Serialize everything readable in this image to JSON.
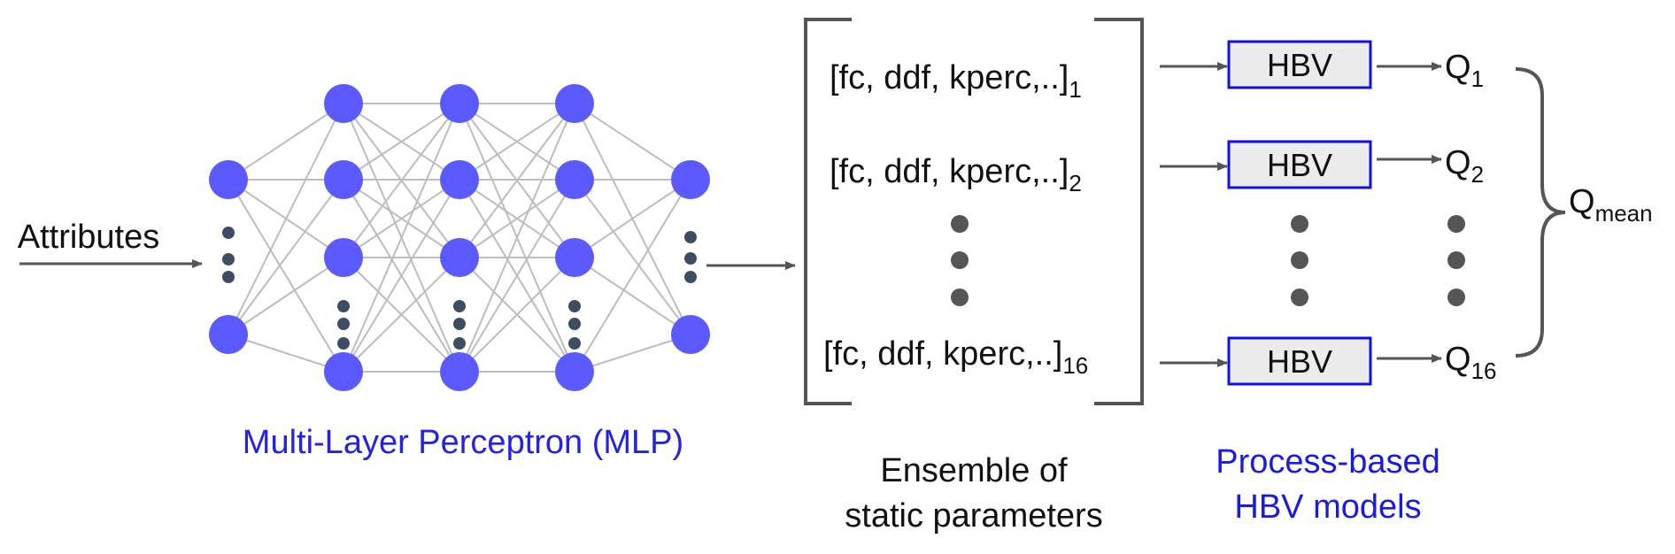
{
  "input_label": "Attributes",
  "mlp_label": "Multi-Layer Perceptron (MLP)",
  "parameter_rows": [
    {
      "text": "[fc, ddf, kperc,..]",
      "subscript": "1"
    },
    {
      "text": "[fc, ddf, kperc,..]",
      "subscript": "2"
    },
    {
      "text": "[fc, ddf, kperc,..]",
      "subscript": "16"
    }
  ],
  "ensemble_caption": [
    "Ensemble of",
    "static parameters"
  ],
  "hbv_box_label": "HBV",
  "hbv_caption": [
    "Process-based",
    "HBV models"
  ],
  "outputs": [
    {
      "symbol": "Q",
      "subscript": "1"
    },
    {
      "symbol": "Q",
      "subscript": "2"
    },
    {
      "symbol": "Q",
      "subscript": "16"
    }
  ],
  "aggregate": {
    "symbol": "Q",
    "subscript": "mean"
  },
  "colors": {
    "neuron": "#5a5aff",
    "mlp_label": "#2323e6",
    "hbv_border": "#1010e6",
    "hbv_fill": "#ececec",
    "hbv_caption": "#1a1ae6",
    "arrow": "#555555",
    "edge": "#bdbdbd",
    "ellipsis_dot": "#3d4e63",
    "ensemble_dot": "#555555",
    "text": "#111111"
  }
}
